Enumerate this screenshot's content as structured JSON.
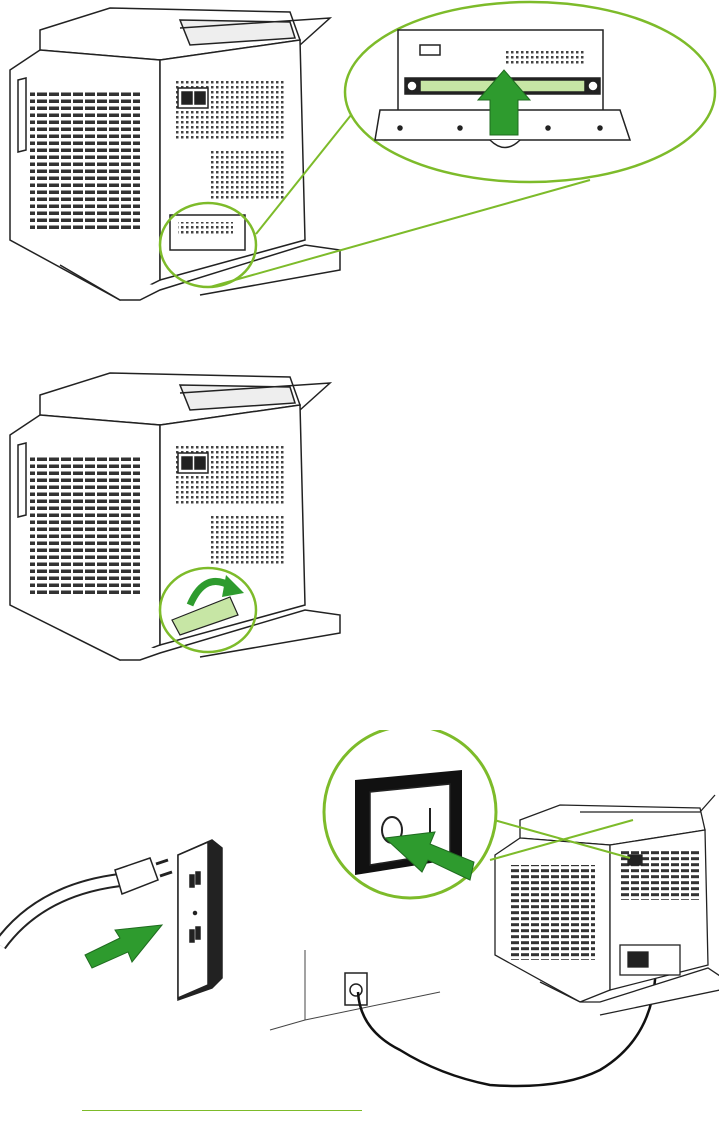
{
  "document": {
    "figures": [
      {
        "id": "memory-door-detail",
        "callout": "zoom-circle"
      },
      {
        "id": "memory-door-close",
        "callout": "rotate-arrow"
      },
      {
        "id": "power-connect",
        "callout": "power-switch"
      }
    ]
  },
  "colors": {
    "accent": "#7dbb2a",
    "arrow": "#2e9b2e",
    "highlight": "#c7e6a5",
    "line": "#222222"
  }
}
